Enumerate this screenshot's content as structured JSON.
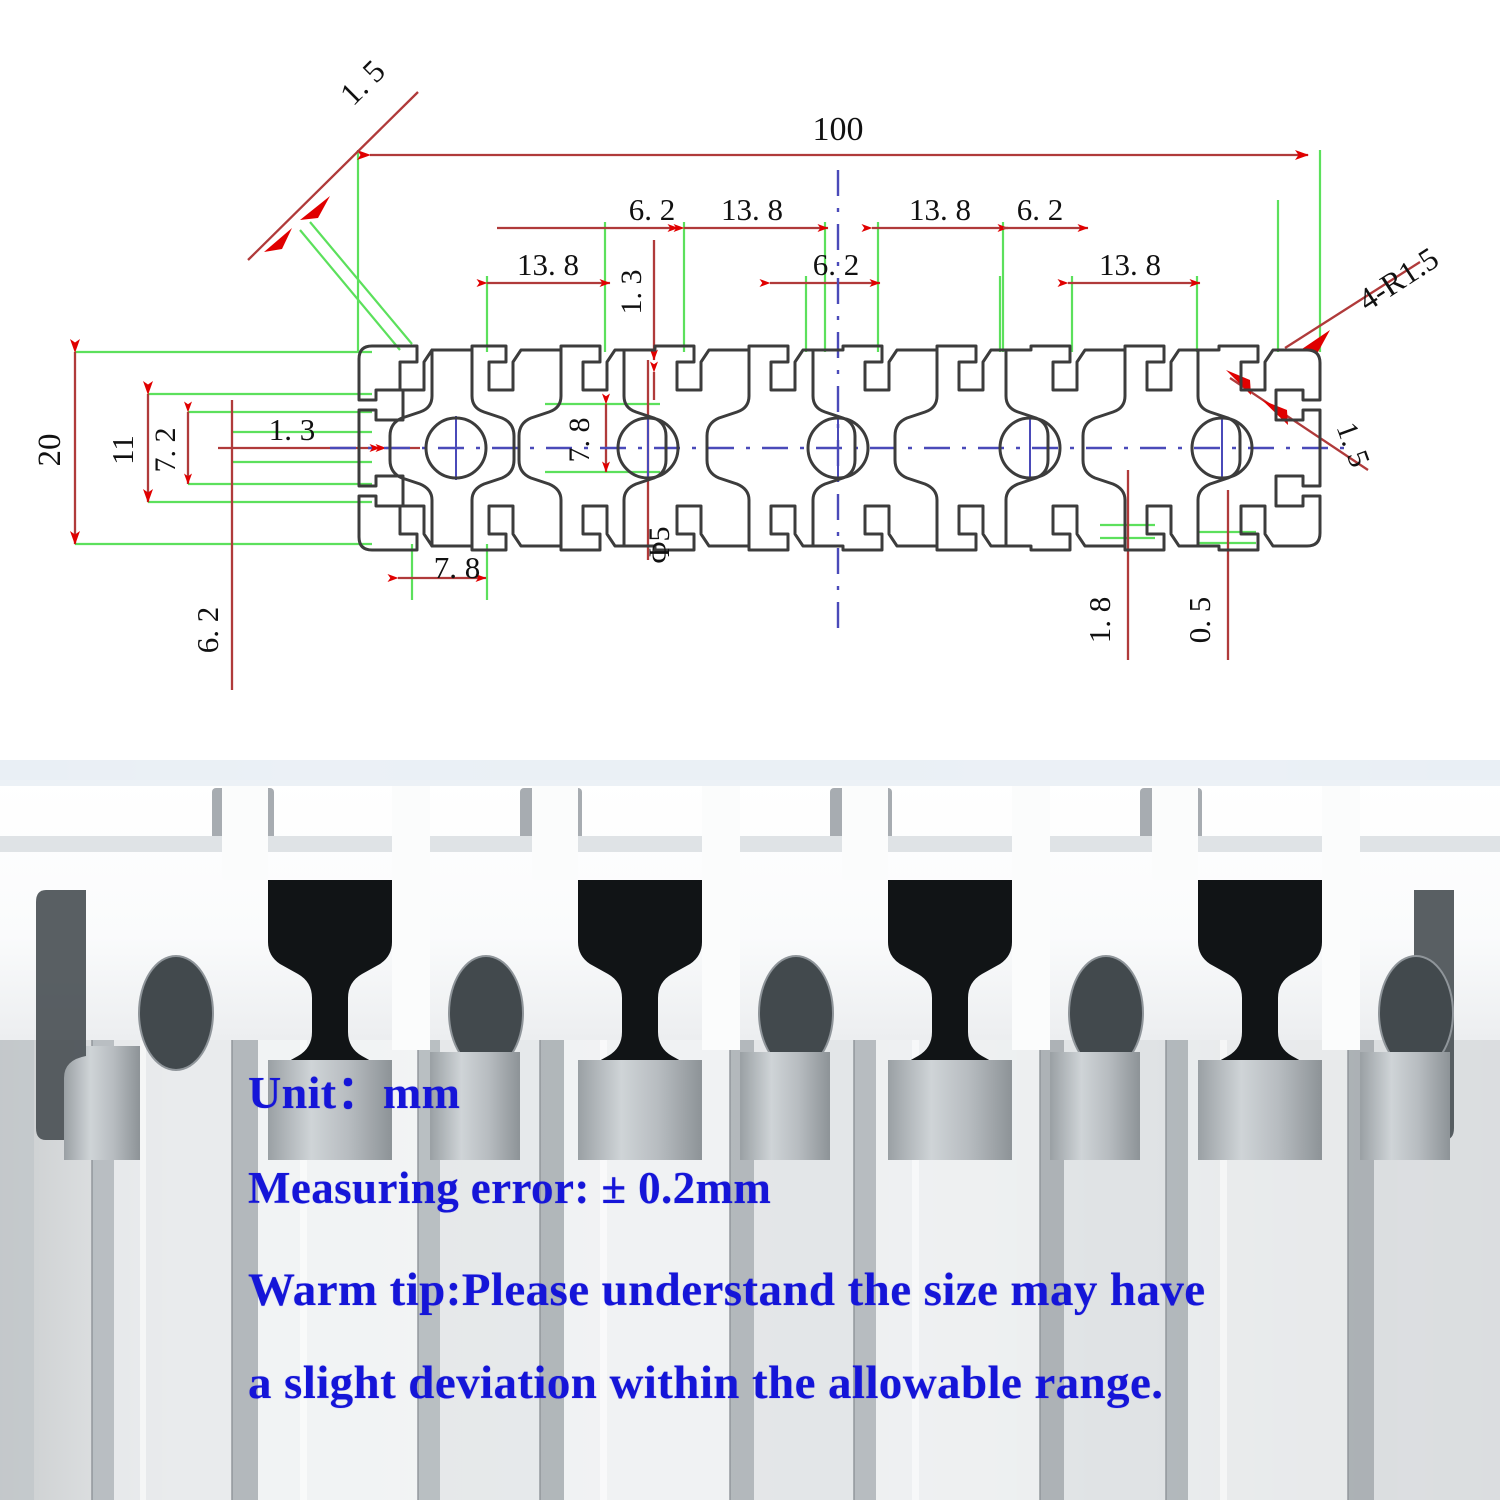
{
  "drawing": {
    "title_dims": {
      "overall_width": "100",
      "overall_height": "20",
      "corner_radius_note": "4-R1.5",
      "hole_diameter": "Φ5"
    },
    "top_dimensions": [
      {
        "id": "overall-100",
        "label": "100"
      },
      {
        "id": "top-6p2-left",
        "label": "6. 2"
      },
      {
        "id": "top-13p8-left",
        "label": "13. 8"
      },
      {
        "id": "top-13p8-right",
        "label": "13. 8"
      },
      {
        "id": "top-6p2-right",
        "label": "6. 2"
      },
      {
        "id": "mid-13p8-left",
        "label": "13. 8"
      },
      {
        "id": "mid-6p2-center",
        "label": "6. 2"
      },
      {
        "id": "mid-13p8-right",
        "label": "13. 8"
      },
      {
        "id": "vert-1p3",
        "label": "1. 3"
      }
    ],
    "left_dimensions": [
      {
        "id": "height-20",
        "label": "20"
      },
      {
        "id": "height-11",
        "label": "11"
      },
      {
        "id": "height-7p2",
        "label": "7. 2"
      },
      {
        "id": "width-1p3",
        "label": "1. 3"
      },
      {
        "id": "depth-6p2",
        "label": "6. 2"
      }
    ],
    "inner_dimensions": [
      {
        "id": "slot-7p8-vertical",
        "label": "7. 8"
      },
      {
        "id": "slot-7p8-horizontal",
        "label": "7. 8"
      },
      {
        "id": "hole-dia-5",
        "label": "Φ5"
      }
    ],
    "bottom_dimensions": [
      {
        "id": "wall-1p8",
        "label": "1. 8"
      },
      {
        "id": "lip-0p5",
        "label": "0. 5"
      }
    ],
    "leader_dimensions": [
      {
        "id": "chamfer-1p5",
        "label": "1. 5"
      },
      {
        "id": "corner-4-r1p5",
        "label": "4-R1.5"
      },
      {
        "id": "corner-1p5",
        "label": "1. 5"
      }
    ],
    "colors": {
      "outline": "#3c3c3c",
      "dimension_line": "#b03a3a",
      "arrow": "#e00000",
      "extension_line": "#5ce05c",
      "centerline": "#4a4ab9"
    }
  },
  "photo": {
    "alt_name": "aluminum-extrusion-2040-end-view",
    "notes": {
      "unit": "Unit：mm",
      "error": "Measuring error: ± 0.2mm",
      "tip_line1": "Warm tip:Please understand the size may have",
      "tip_line2": "a slight deviation within the allowable range."
    },
    "note_color": "#1515d8"
  }
}
